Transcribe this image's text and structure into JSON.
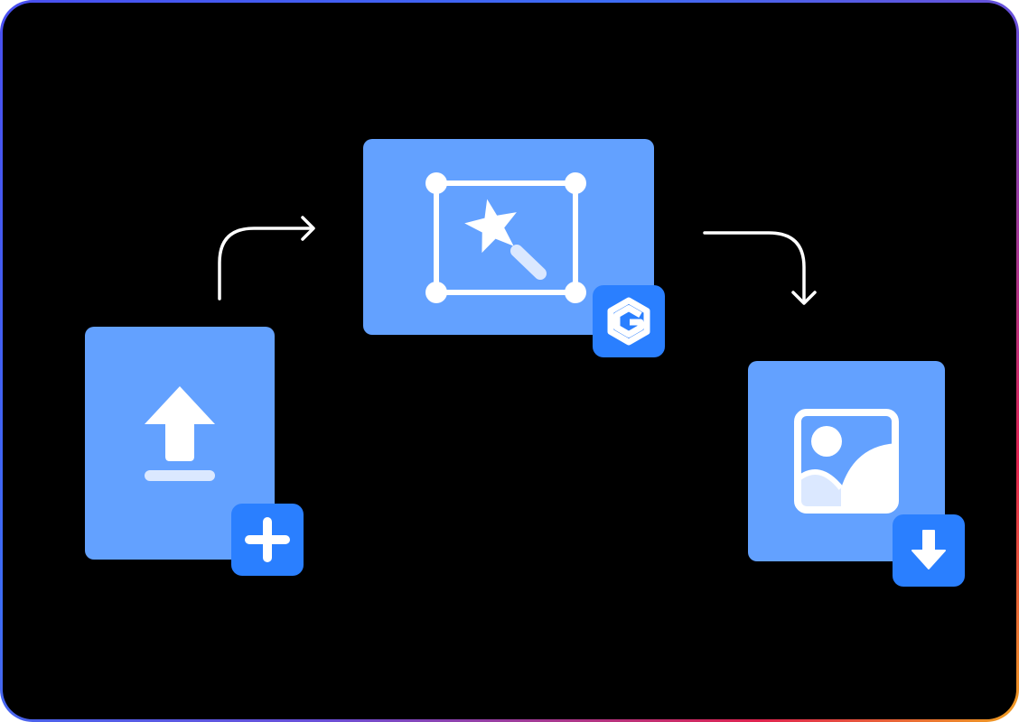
{
  "workflow": {
    "steps": [
      {
        "id": "upload",
        "icon": "upload-icon",
        "badge_icon": "plus-icon"
      },
      {
        "id": "enhance",
        "icon": "magic-wand-frame-icon",
        "badge_icon": "brand-logo-icon"
      },
      {
        "id": "download",
        "icon": "image-icon",
        "badge_icon": "download-arrow-icon"
      }
    ],
    "connectors": [
      {
        "from": "upload",
        "to": "enhance",
        "icon": "curved-arrow-right-icon"
      },
      {
        "from": "enhance",
        "to": "download",
        "icon": "curved-arrow-down-icon"
      }
    ]
  },
  "colors": {
    "background": "#000000",
    "card": "#63a1ff",
    "badge": "#2a7fff",
    "icon": "#ffffff",
    "icon_light": "#dbe8ff"
  }
}
